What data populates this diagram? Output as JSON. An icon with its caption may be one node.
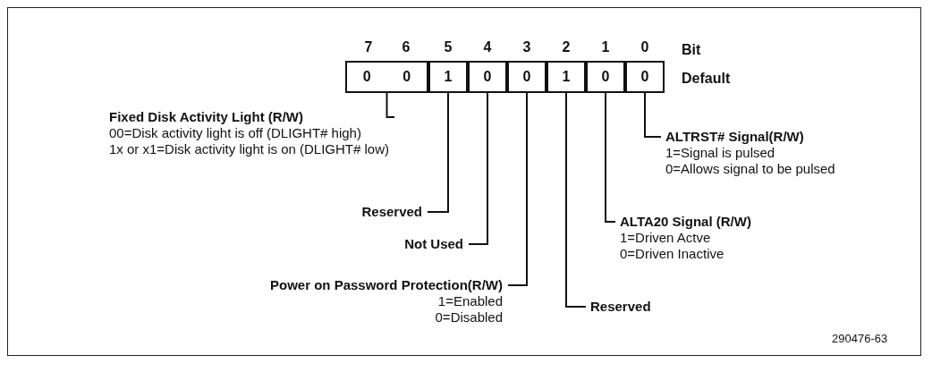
{
  "diagram": {
    "nodes": [
      {
        "text": [
          "0",
          "0"
        ]
      },
      {
        "text": [
          "1"
        ]
      },
      {
        "text": [
          "0"
        ]
      },
      {
        "text": [
          "0"
        ]
      },
      {
        "text": [
          "1"
        ]
      },
      {
        "text": [
          "0"
        ]
      },
      {
        "text": [
          "0"
        ]
      },
      {
        "text": [
          "Fixed Disk Activity Light (R/W)",
          "00=Disk activity light is off (DLIGHT# high)",
          "1x or x1=Disk activity light is on (DLIGHT# low)"
        ]
      },
      {
        "text": [
          "Reserved"
        ]
      },
      {
        "text": [
          "Not Used"
        ]
      },
      {
        "text": [
          "Power on Password Protection(R/W)",
          "1=Enabled",
          "0=Disabled"
        ]
      },
      {
        "text": [
          "Reserved"
        ]
      },
      {
        "text": [
          "ALTA20 Signal (R/W)",
          "1=Driven Actve",
          "0=Driven Inactive"
        ]
      },
      {
        "text": [
          "ALTRST# Signal(R/W)",
          "1=Signal is pulsed",
          "0=Allows signal to be pulsed"
        ]
      }
    ],
    "edges": [
      {
        "from": 7,
        "to": 0,
        "arrow": "none"
      },
      {
        "from": 8,
        "to": 1,
        "arrow": "none"
      },
      {
        "from": 9,
        "to": 2,
        "arrow": "none"
      },
      {
        "from": 10,
        "to": 3,
        "arrow": "none"
      },
      {
        "from": 11,
        "to": 4,
        "arrow": "none"
      },
      {
        "from": 12,
        "to": 5,
        "arrow": "none"
      },
      {
        "from": 13,
        "to": 6,
        "arrow": "none"
      }
    ],
    "labels": [
      "7",
      "6",
      "5",
      "4",
      "3",
      "2",
      "1",
      "0",
      "Bit",
      "Default",
      "290476-63"
    ]
  }
}
